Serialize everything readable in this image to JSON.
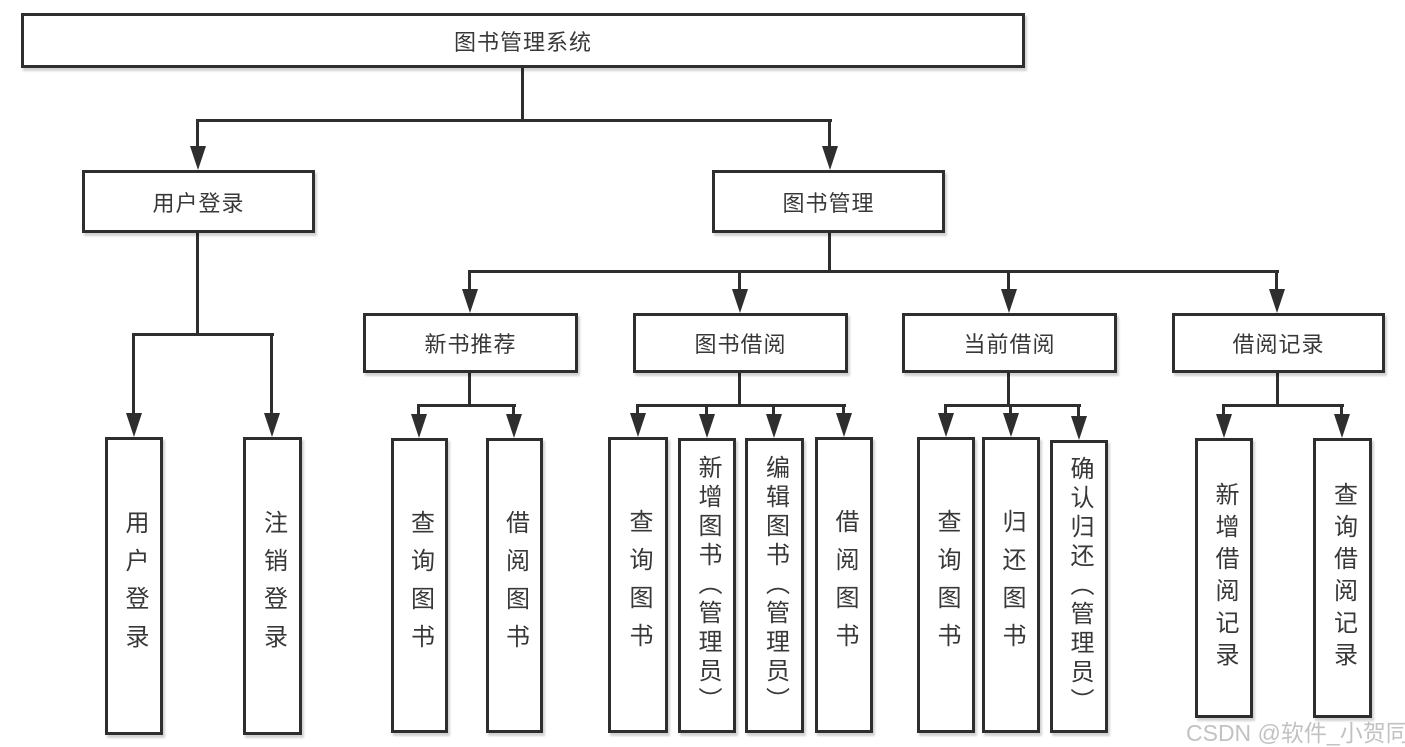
{
  "title": "图书管理系统",
  "watermark": "CSDN @软件_小贺同学",
  "colors": {
    "line": "#2e2e2e",
    "text": "#383838",
    "watermark": "#c2c2c2",
    "background": "#ffffff"
  },
  "tree": {
    "label": "图书管理系统",
    "children": [
      {
        "label": "用户登录",
        "children": [
          {
            "label": "用户登录"
          },
          {
            "label": "注销登录"
          }
        ]
      },
      {
        "label": "图书管理",
        "children": [
          {
            "label": "新书推荐",
            "children": [
              {
                "label": "查询图书"
              },
              {
                "label": "借阅图书"
              }
            ]
          },
          {
            "label": "图书借阅",
            "children": [
              {
                "label": "查询图书"
              },
              {
                "label": "新增图书（管理员）"
              },
              {
                "label": "编辑图书（管理员）"
              },
              {
                "label": "借阅图书"
              }
            ]
          },
          {
            "label": "当前借阅",
            "children": [
              {
                "label": "查询图书"
              },
              {
                "label": "归还图书"
              },
              {
                "label": "确认归还（管理员）"
              }
            ]
          },
          {
            "label": "借阅记录",
            "children": [
              {
                "label": "新增借阅记录"
              },
              {
                "label": "查询借阅记录"
              }
            ]
          }
        ]
      }
    ]
  }
}
